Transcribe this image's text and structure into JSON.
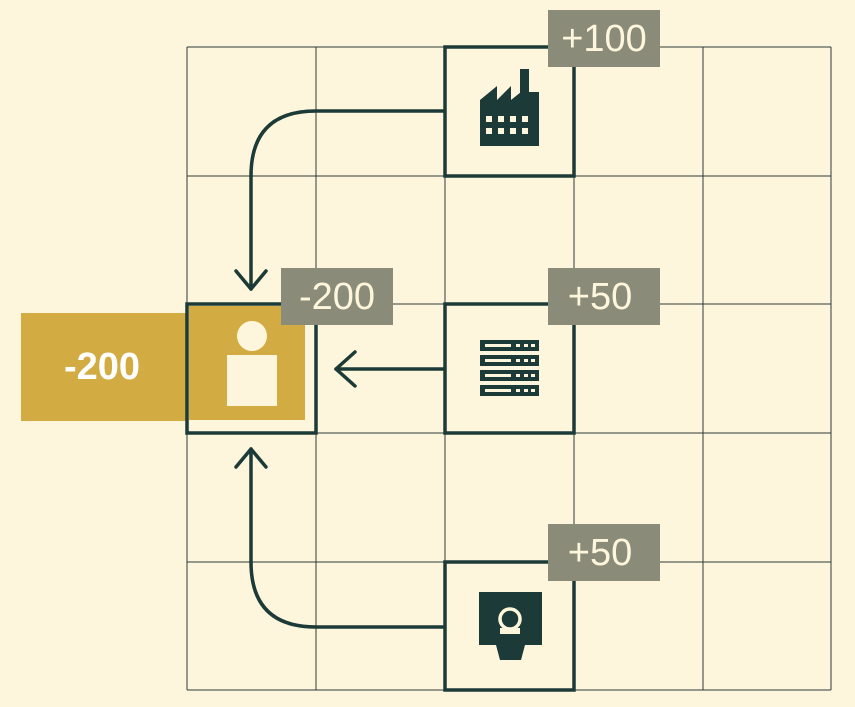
{
  "colors": {
    "background": "#fdf6dc",
    "grid": "#2f3b36",
    "node_stroke": "#1c3a37",
    "badge": "#8a8c79",
    "accent": "#d2ac42"
  },
  "total": {
    "label": "-200"
  },
  "nodes": [
    {
      "id": "consumer",
      "icon": "person-icon",
      "badge": "-200",
      "highlighted": true
    },
    {
      "id": "factory",
      "icon": "factory-icon",
      "badge": "+100"
    },
    {
      "id": "server",
      "icon": "server-icon",
      "badge": "+50"
    },
    {
      "id": "monitor",
      "icon": "monitor-icon",
      "badge": "+50"
    }
  ],
  "flows": [
    {
      "from": "factory",
      "to": "consumer"
    },
    {
      "from": "server",
      "to": "consumer"
    },
    {
      "from": "monitor",
      "to": "consumer"
    }
  ]
}
